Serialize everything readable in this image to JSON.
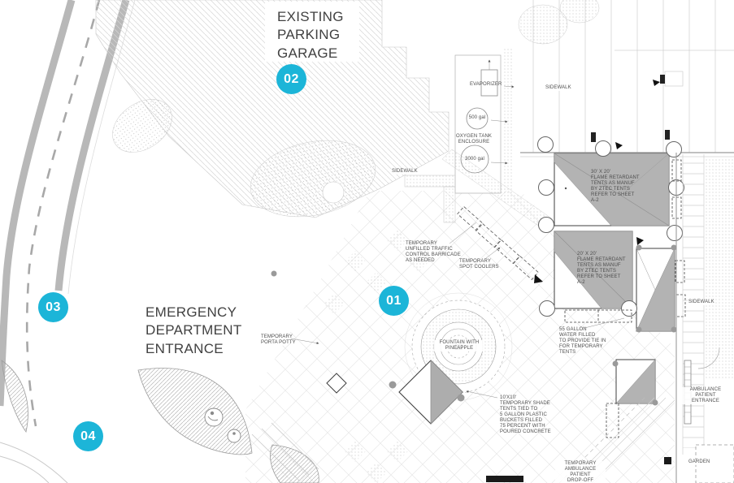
{
  "headings": {
    "parking_garage": "EXISTING\nPARKING\nGARAGE",
    "emergency_entrance": "EMERGENCY\nDEPARTMENT\nENTRANCE"
  },
  "badges": {
    "b01": "01",
    "b02": "02",
    "b03": "03",
    "b04": "04"
  },
  "labels": {
    "evaporizer": "EVAPORIZER",
    "gal_500": "500 gal",
    "oxygen_tank": "OXYGEN TANK\nENCLOSURE",
    "gal_3000": "3000 gal",
    "sidewalk_top": "SIDEWALK",
    "sidewalk_mid": "SIDEWALK",
    "sidewalk_right": "SIDEWALK",
    "garden": "GARDEN",
    "tent_30x20": "30' X 20'\nFLAME RETARDANT\nTENTS AS MANUF\nBY ZTEC TENTS\nREFER TO SHEET\nA-2",
    "tent_20x20": "20' X 20'\nFLAME RETARDANT\nTENTS AS MANUF\nBY ZTEC TENTS\nREFER TO SHEET\nA-2",
    "gallon_55": "55 GALLON\nWATER FILLED\nTO PROVIDE TIE IN\nFOR TEMPORARY\nTENTS",
    "barricade": "TEMPORARY\nUNFILLED TRAFFIC\nCONTROL BARRICADE\nAS NEEDED",
    "spot_coolers": "TEMPORARY\nSPOT COOLERS",
    "porta_potty": "TEMPORARY\nPORTA POTTY",
    "fountain": "FOUNTAIN WITH\nPINEAPPLE",
    "shade_tents": "10'X10'\nTEMPORARY SHADE\nTENTS TIED TO\n5 GALLON PLASTIC\nBUCKETS FILLED\n75 PERCENT WITH\nPOURED CONCRETE",
    "drop_off": "TEMPORARY\nAMBULANCE\nPATIENT\nDROP-OFF",
    "ambulance_entrance": "AMBULANCE\nPATIENT\nENTRANCE"
  },
  "colors": {
    "badge_accent": "#1cb5d8",
    "tent_roof": "#b3b3b3",
    "road_stripe": "#b8b8b8"
  }
}
